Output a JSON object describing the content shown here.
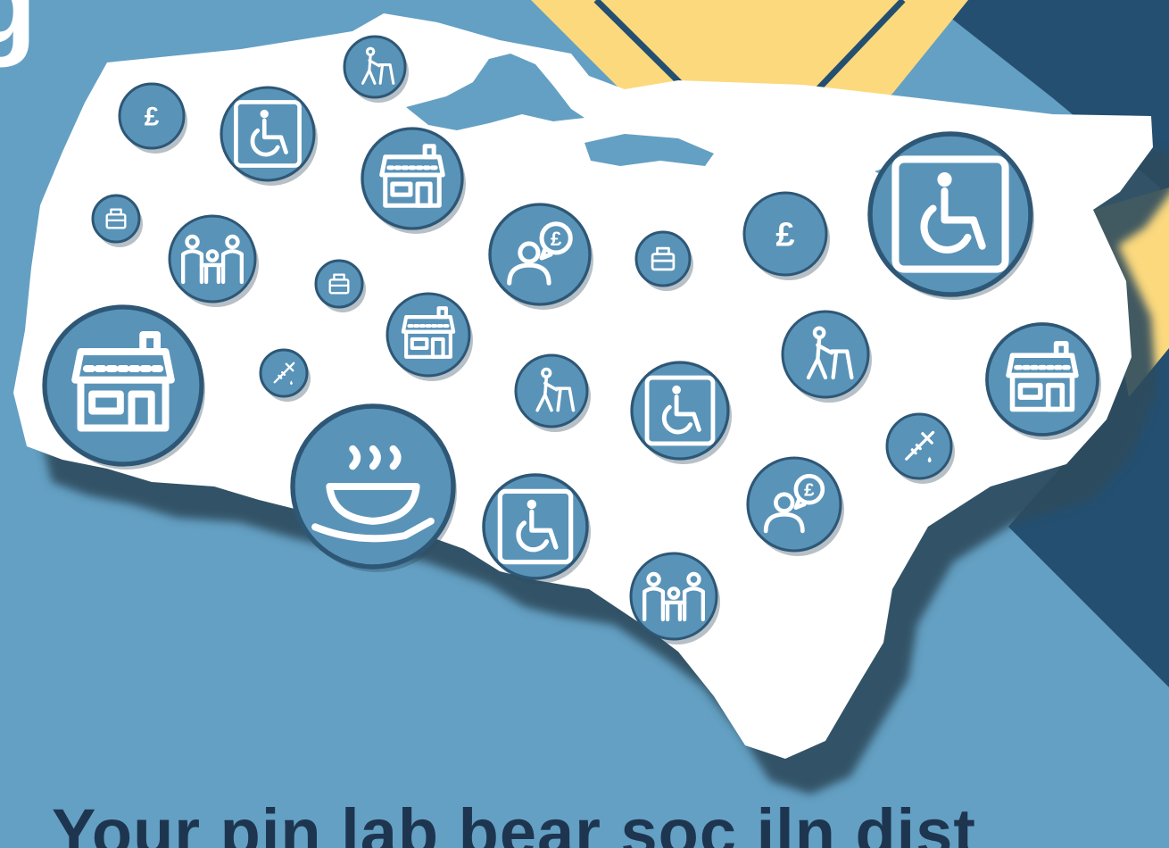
{
  "poster": {
    "corner_letter": "g",
    "caption": "Your pin lab bear soc iln dist"
  },
  "colors": {
    "background": "#64a0c3",
    "navy": "#244f70",
    "yellow": "#fcd97d",
    "map_fill": "#ffffff",
    "shadow": "#2e4a5d",
    "icon_fill": "#5993b8",
    "icon_border": "#2e5776",
    "caption": "#1e3550"
  },
  "icons": [
    {
      "kind": "wheelchair",
      "name": "wheelchair-icon"
    },
    {
      "kind": "pound",
      "name": "pound-icon"
    },
    {
      "kind": "walker",
      "name": "walking-frame-icon"
    },
    {
      "kind": "house",
      "name": "house-icon"
    },
    {
      "kind": "family",
      "name": "family-icon"
    },
    {
      "kind": "advice",
      "name": "money-advice-icon"
    },
    {
      "kind": "bag",
      "name": "shopping-bag-icon"
    },
    {
      "kind": "syringe",
      "name": "syringe-icon"
    },
    {
      "kind": "meal",
      "name": "hot-meal-icon"
    }
  ]
}
